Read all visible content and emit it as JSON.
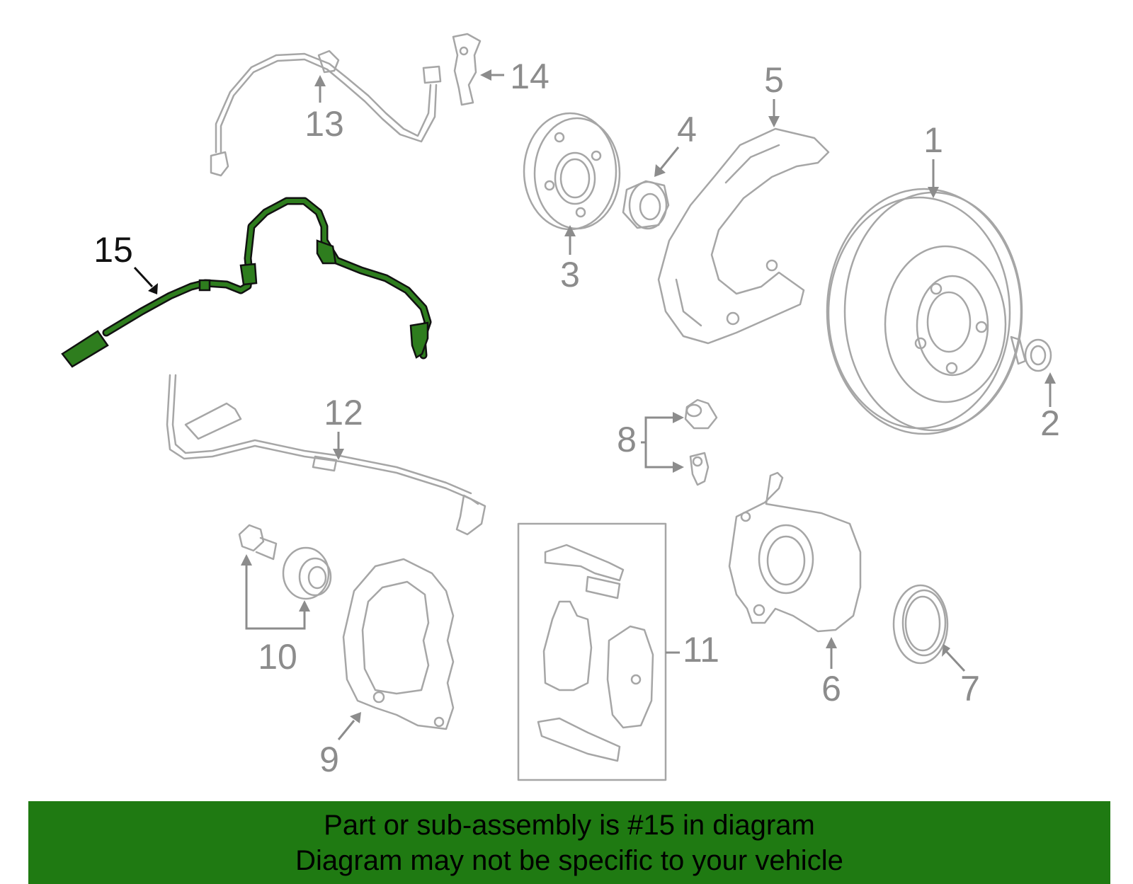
{
  "callouts": [
    "1",
    "2",
    "3",
    "4",
    "5",
    "6",
    "7",
    "8",
    "9",
    "10",
    "11",
    "12",
    "13",
    "14",
    "15"
  ],
  "highlighted_callout": "15",
  "banner": {
    "line1": "Part or sub-assembly is #15 in diagram",
    "line2": "Diagram may not be specific to your vehicle"
  },
  "colors": {
    "highlight_part": "#2e7d1e",
    "banner_bg": "#1f7a12",
    "line_art": "#a6a6a6",
    "callout_text": "#8c8c8c"
  }
}
